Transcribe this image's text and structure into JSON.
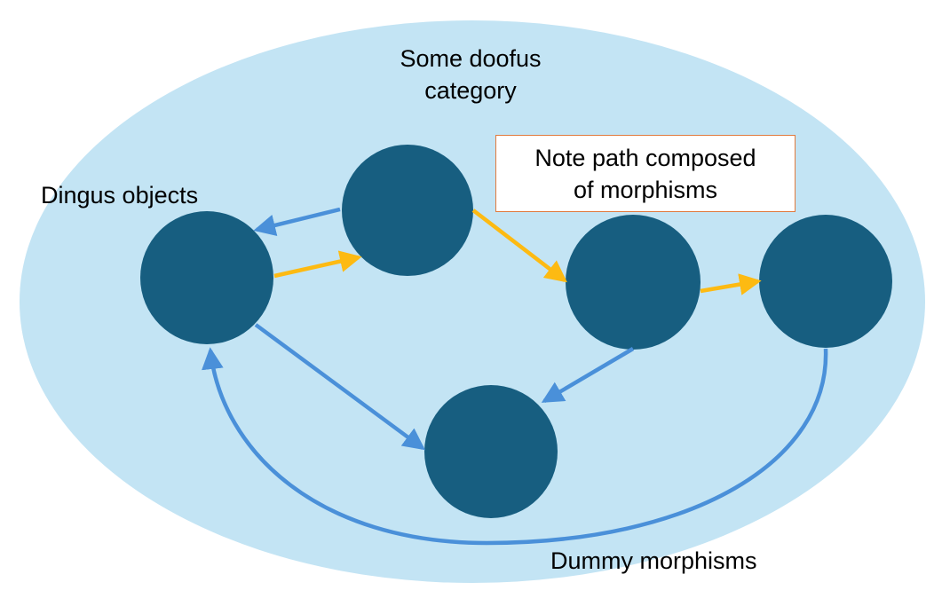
{
  "colors": {
    "background": "#ffffff",
    "category_fill": "#C3E4F4",
    "object_fill": "#175E80",
    "morphism": "#4A90D9",
    "path_morphism": "#FDBA12",
    "note_border": "#E07A3E",
    "text": "#000000"
  },
  "title": {
    "line1": "Some doofus",
    "line2": "category"
  },
  "note": {
    "line1": "Note path composed",
    "line2": "of morphisms"
  },
  "labels": {
    "objects": "Dingus objects",
    "morphisms": "Dummy morphisms"
  },
  "objects": [
    {
      "id": "A",
      "description": "left node"
    },
    {
      "id": "B",
      "description": "top center node"
    },
    {
      "id": "C",
      "description": "right-center node"
    },
    {
      "id": "D",
      "description": "far right node"
    },
    {
      "id": "E",
      "description": "bottom node"
    }
  ],
  "morphisms": [
    {
      "from": "B",
      "to": "A",
      "kind": "plain"
    },
    {
      "from": "A",
      "to": "B",
      "kind": "path"
    },
    {
      "from": "B",
      "to": "C",
      "kind": "path"
    },
    {
      "from": "C",
      "to": "D",
      "kind": "path"
    },
    {
      "from": "A",
      "to": "E",
      "kind": "plain"
    },
    {
      "from": "C",
      "to": "E",
      "kind": "plain"
    },
    {
      "from": "D",
      "to": "A",
      "kind": "plain"
    }
  ]
}
